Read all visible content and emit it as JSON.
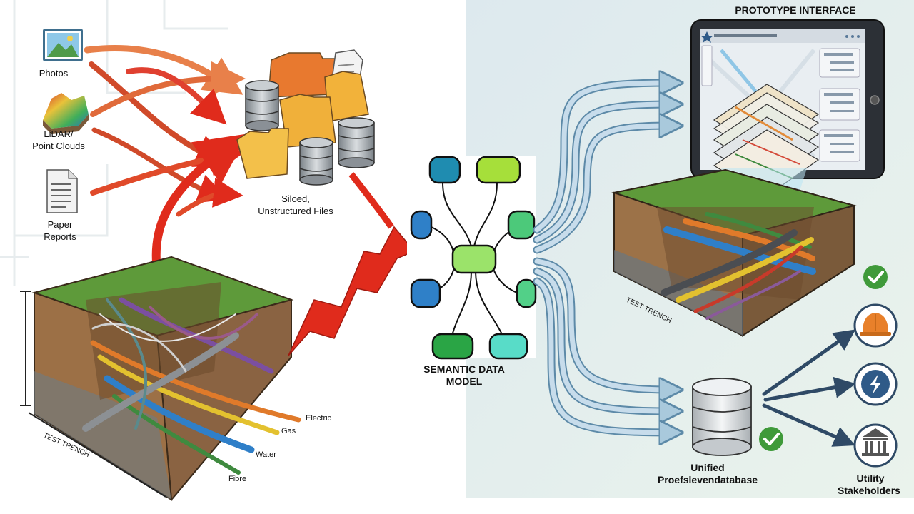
{
  "left": {
    "sources": [
      {
        "label": "Photos",
        "icon": "photo-icon"
      },
      {
        "label_line1": "LiDAR/",
        "label_line2": "Point Clouds",
        "icon": "lidar-terrain-icon"
      },
      {
        "label_line1": "Paper",
        "label_line2": "Reports",
        "icon": "document-icon"
      }
    ],
    "silo": {
      "line1": "Siloed,",
      "line2": "Unstructured Files"
    },
    "trench": {
      "caption": "TEST TRENCH",
      "utilities": [
        "Electric",
        "Gas",
        "Water",
        "Fibre"
      ]
    }
  },
  "middle": {
    "model_line1": "SEMANTIC DATA",
    "model_line2": "MODEL"
  },
  "right": {
    "interface_title": "PROTOTYPE INTERFACE",
    "trench_caption": "TEST TRENCH",
    "database": {
      "line1": "Unified",
      "line2": "Proefslevendatabase"
    },
    "stakeholders": {
      "line1": "Utility",
      "line2": "Stakeholders"
    },
    "stakeholder_icons": [
      "hard-hat-icon",
      "power-icon",
      "government-building-icon"
    ]
  },
  "colors": {
    "right_panel_bg": "#e6eff1",
    "flow_arrow": "#a9c9dc",
    "red_arrow": "#e02b1c",
    "orange_arrow": "#e8804a",
    "check_green": "#3f9a3a",
    "electric": "#e07a2a",
    "gas": "#e3c12f",
    "water": "#2f7fc8",
    "fibre": "#3f8a3f"
  }
}
